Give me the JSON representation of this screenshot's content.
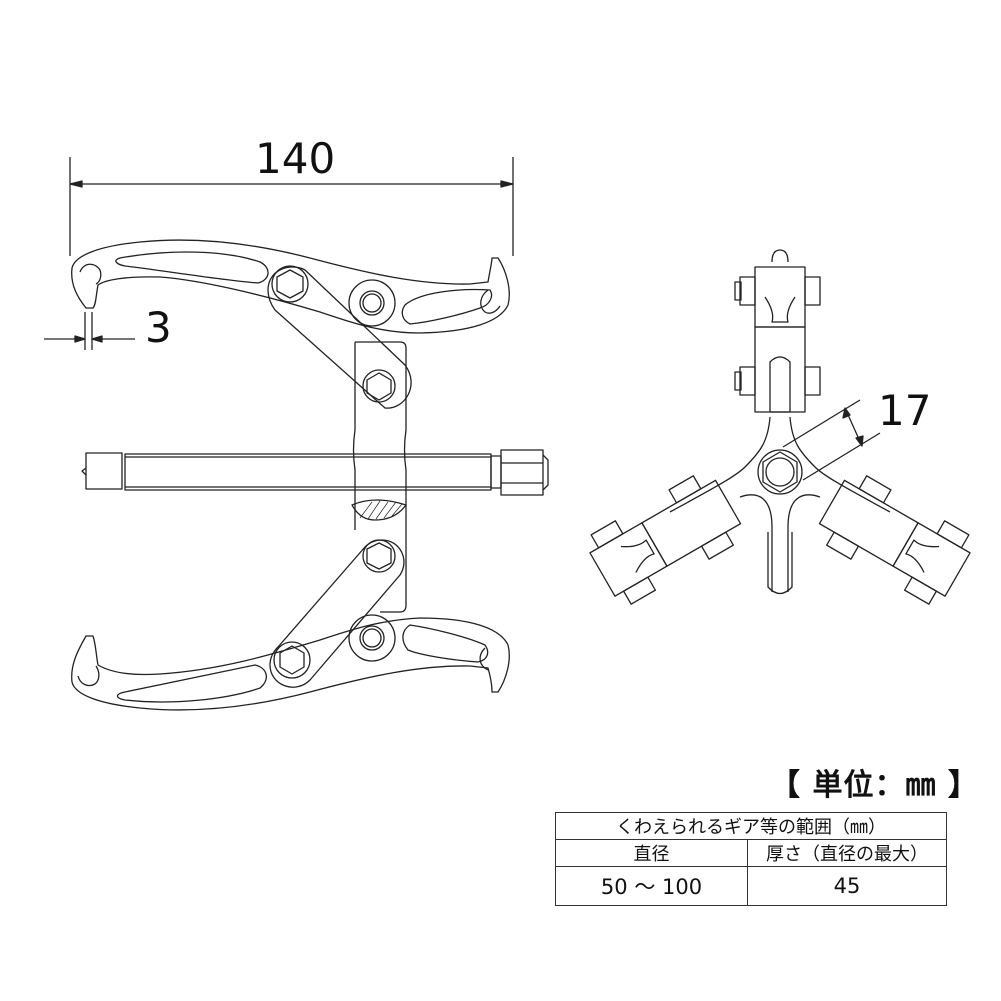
{
  "drawing": {
    "title": "2-jaw / 3-jaw gear puller dimension drawing",
    "dimensions": {
      "jaw_span": "140",
      "jaw_tip_thickness": "3",
      "hex_size": "17"
    },
    "views": [
      "side-view-2-jaw",
      "top-view-3-jaw"
    ]
  },
  "unit_label": "【 単位：㎜ 】",
  "spec_table": {
    "title": "くわえられるギア等の範囲（㎜）",
    "headers": [
      "直径",
      "厚さ（直径の最大）"
    ],
    "rows": [
      [
        "50 〜 100",
        "45"
      ]
    ]
  },
  "colors": {
    "line": "#222222",
    "background": "#ffffff"
  }
}
